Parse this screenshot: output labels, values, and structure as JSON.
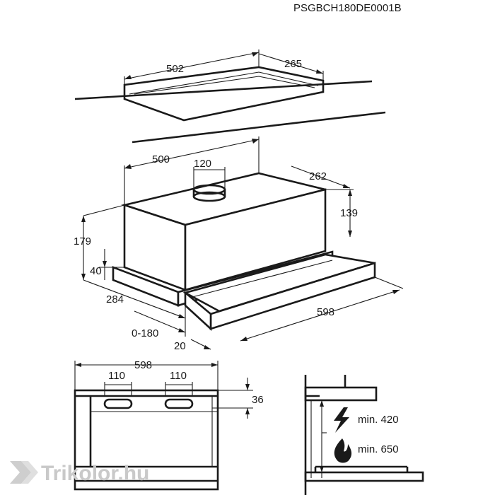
{
  "product_code": "PSGBCH180DE0001B",
  "cutout": {
    "width": "502",
    "depth": "265"
  },
  "hood": {
    "width": "500",
    "outlet": "120",
    "depth": "262",
    "body_height": "139",
    "total_height": "179",
    "front_height": "40",
    "side_depth": "284",
    "extension": "0-180",
    "offset": "20",
    "full_width": "598"
  },
  "front_view": {
    "width": "598",
    "slot_left": "110",
    "slot_right": "110",
    "slot_height": "36"
  },
  "side_view": {
    "electric_min": "min. 420",
    "gas_min": "min. 650"
  },
  "watermark": {
    "text": "Trikolor.hu"
  },
  "icons": [
    "lightning-icon",
    "flame-icon",
    "trikolor-logo-icon"
  ]
}
